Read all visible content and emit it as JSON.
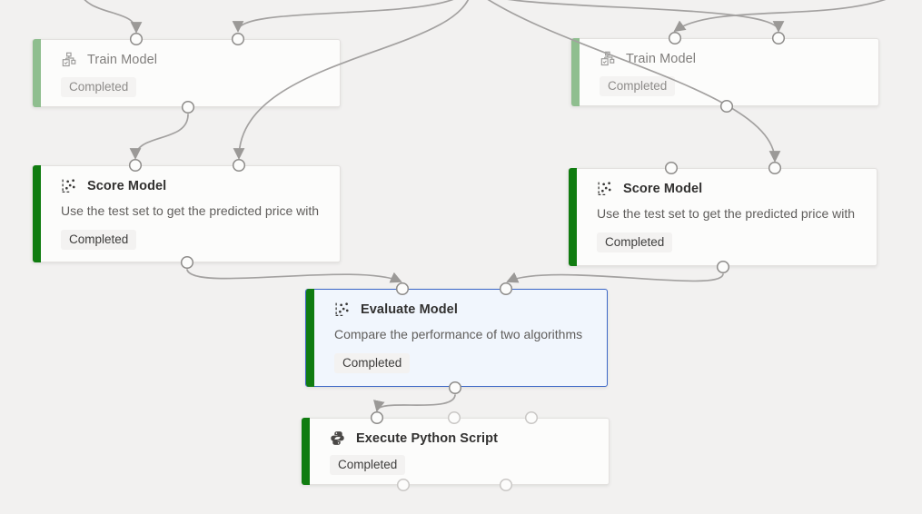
{
  "colors": {
    "canvas-bg": "#F2F1F0",
    "node-bg": "#FCFCFB",
    "node-border": "#E3E1DF",
    "accent-green": "#107C10",
    "dimmed-green": "#8FBE8F",
    "selected-blue": "#3B66C6",
    "selected-bg": "#F1F6FD",
    "badge-bg": "#F3F2F1",
    "edge-color": "#A3A1A0"
  },
  "nodes": [
    {
      "id": "train-left",
      "title": "Train Model",
      "status": "Completed",
      "icon": "train-model-icon",
      "state": "dimmed"
    },
    {
      "id": "train-right",
      "title": "Train Model",
      "status": "Completed",
      "icon": "train-model-icon",
      "state": "dimmed"
    },
    {
      "id": "score-left",
      "title": "Score Model",
      "comment": "Use the test set to get the predicted price with",
      "status": "Completed",
      "icon": "scatter-plot-icon",
      "state": "normal"
    },
    {
      "id": "score-right",
      "title": "Score Model",
      "comment": "Use the test set to get the predicted price with",
      "status": "Completed",
      "icon": "scatter-plot-icon",
      "state": "normal"
    },
    {
      "id": "evaluate",
      "title": "Evaluate Model",
      "comment": "Compare the performance of two algorithms",
      "status": "Completed",
      "icon": "scatter-plot-icon",
      "state": "selected"
    },
    {
      "id": "execute",
      "title": "Execute Python Script",
      "status": "Completed",
      "icon": "python-icon",
      "state": "normal"
    }
  ],
  "edges": [
    {
      "from": "offscreen-top-left",
      "to": "train-left.input-1"
    },
    {
      "from": "offscreen-top-center",
      "to": "train-left.input-2"
    },
    {
      "from": "offscreen-top-center",
      "to": "score-left.input-2"
    },
    {
      "from": "offscreen-top-right",
      "to": "train-right.input-1"
    },
    {
      "from": "offscreen-top-center",
      "to": "train-right.input-2"
    },
    {
      "from": "offscreen-top-center",
      "to": "score-right.input-2"
    },
    {
      "from": "train-left.output",
      "to": "score-left.input-1"
    },
    {
      "from": "score-left.output",
      "to": "evaluate.input-1"
    },
    {
      "from": "score-right.output",
      "to": "evaluate.input-2"
    },
    {
      "from": "evaluate.output",
      "to": "execute.input-1"
    }
  ]
}
